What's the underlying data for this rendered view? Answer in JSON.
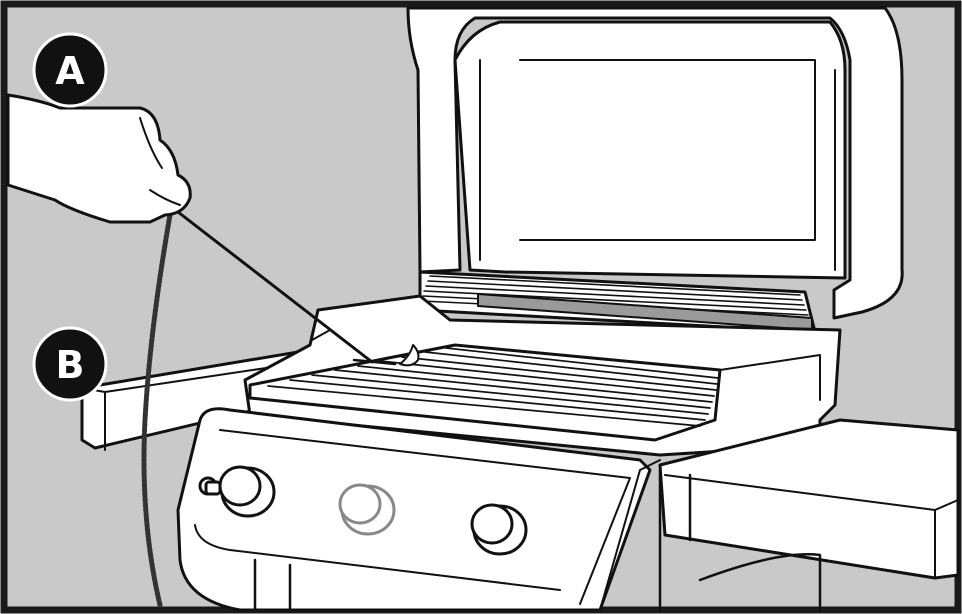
{
  "figure": {
    "background_color": "#c9c9c9",
    "frame_color": "#1a1a1a",
    "line_color": "#111111",
    "fill_color": "#ffffff"
  },
  "callouts": [
    {
      "id": "A",
      "label": "A"
    },
    {
      "id": "B",
      "label": "B"
    }
  ],
  "icons": [
    "hand-icon",
    "match-holder-icon",
    "flame-icon",
    "control-knob-icon",
    "igniter-button-icon"
  ]
}
